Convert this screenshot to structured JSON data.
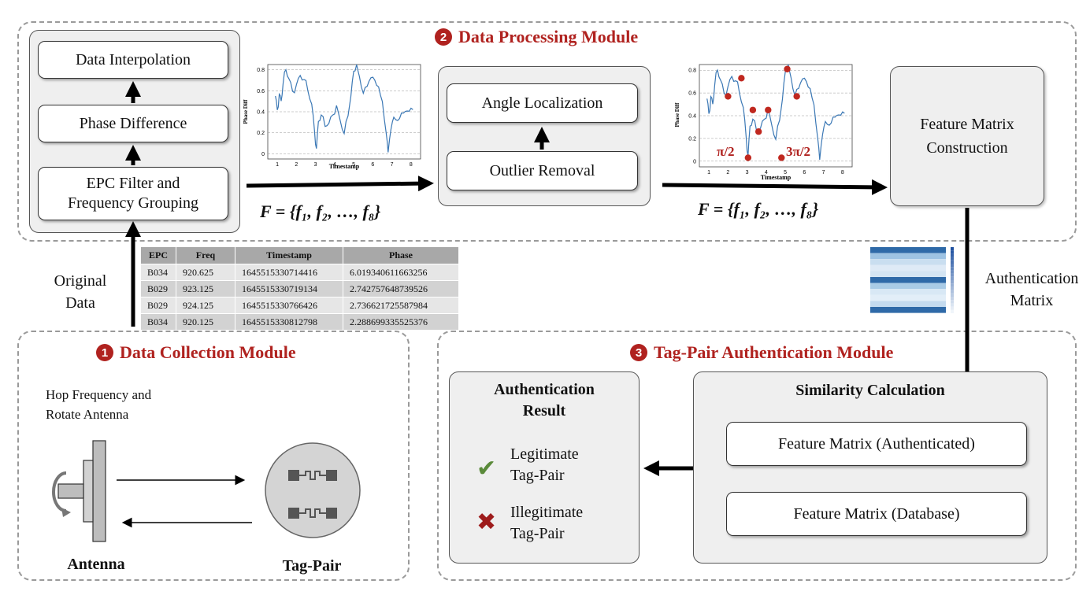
{
  "modules": {
    "processing_title": "Data Processing Module",
    "processing_num": "2",
    "collection_title": "Data Collection Module",
    "collection_num": "1",
    "auth_title": "Tag-Pair Authentication Module",
    "auth_num": "3"
  },
  "processing": {
    "step_interp": "Data Interpolation",
    "step_phase": "Phase Difference",
    "step_epc": "EPC Filter and Frequency Grouping",
    "step_angle": "Angle Localization",
    "step_outlier": "Outlier Removal",
    "step_feature": "Feature Matrix Construction",
    "formula_html": "F = {f₁, f₂, …, f₈}",
    "formula_text": "F = {f1, f2, ..., f8}"
  },
  "plots": {
    "ylabel": "Phase Diff",
    "xlabel": "Timestamp",
    "yticks": [
      "0",
      "0.2",
      "0.4",
      "0.6",
      "0.8"
    ],
    "xticks": [
      "1",
      "2",
      "3",
      "4",
      "5",
      "6",
      "7",
      "8"
    ],
    "annot_pi2": "π/2",
    "annot_3pi2": "3π/2"
  },
  "labels": {
    "original_data": "Original Data",
    "auth_matrix": "Authentication Matrix",
    "hop": "Hop Frequency and Rotate Antenna",
    "antenna": "Antenna",
    "tagpair": "Tag-Pair"
  },
  "table": {
    "headers": [
      "EPC",
      "Freq",
      "Timestamp",
      "Phase"
    ],
    "rows": [
      [
        "B034",
        "920.625",
        "1645515330714416",
        "6.019340611663256"
      ],
      [
        "B029",
        "923.125",
        "1645515330719134",
        "2.742757648739526"
      ],
      [
        "B029",
        "924.125",
        "1645515330766426",
        "2.736621725587984"
      ],
      [
        "B034",
        "920.125",
        "1645515330812798",
        "2.288699335525376"
      ]
    ]
  },
  "auth": {
    "result_title": "Authentication Result",
    "legit": "Legitimate Tag-Pair",
    "illegit": "Illegitimate Tag-Pair",
    "sim_title": "Similarity Calculation",
    "fm_auth": "Feature Matrix (Authenticated)",
    "fm_db": "Feature Matrix (Database)"
  },
  "colors": {
    "accent": "#b0221f",
    "plot_line": "#3b78b5",
    "check": "#5a8a3a",
    "cross": "#9e1c1c"
  }
}
